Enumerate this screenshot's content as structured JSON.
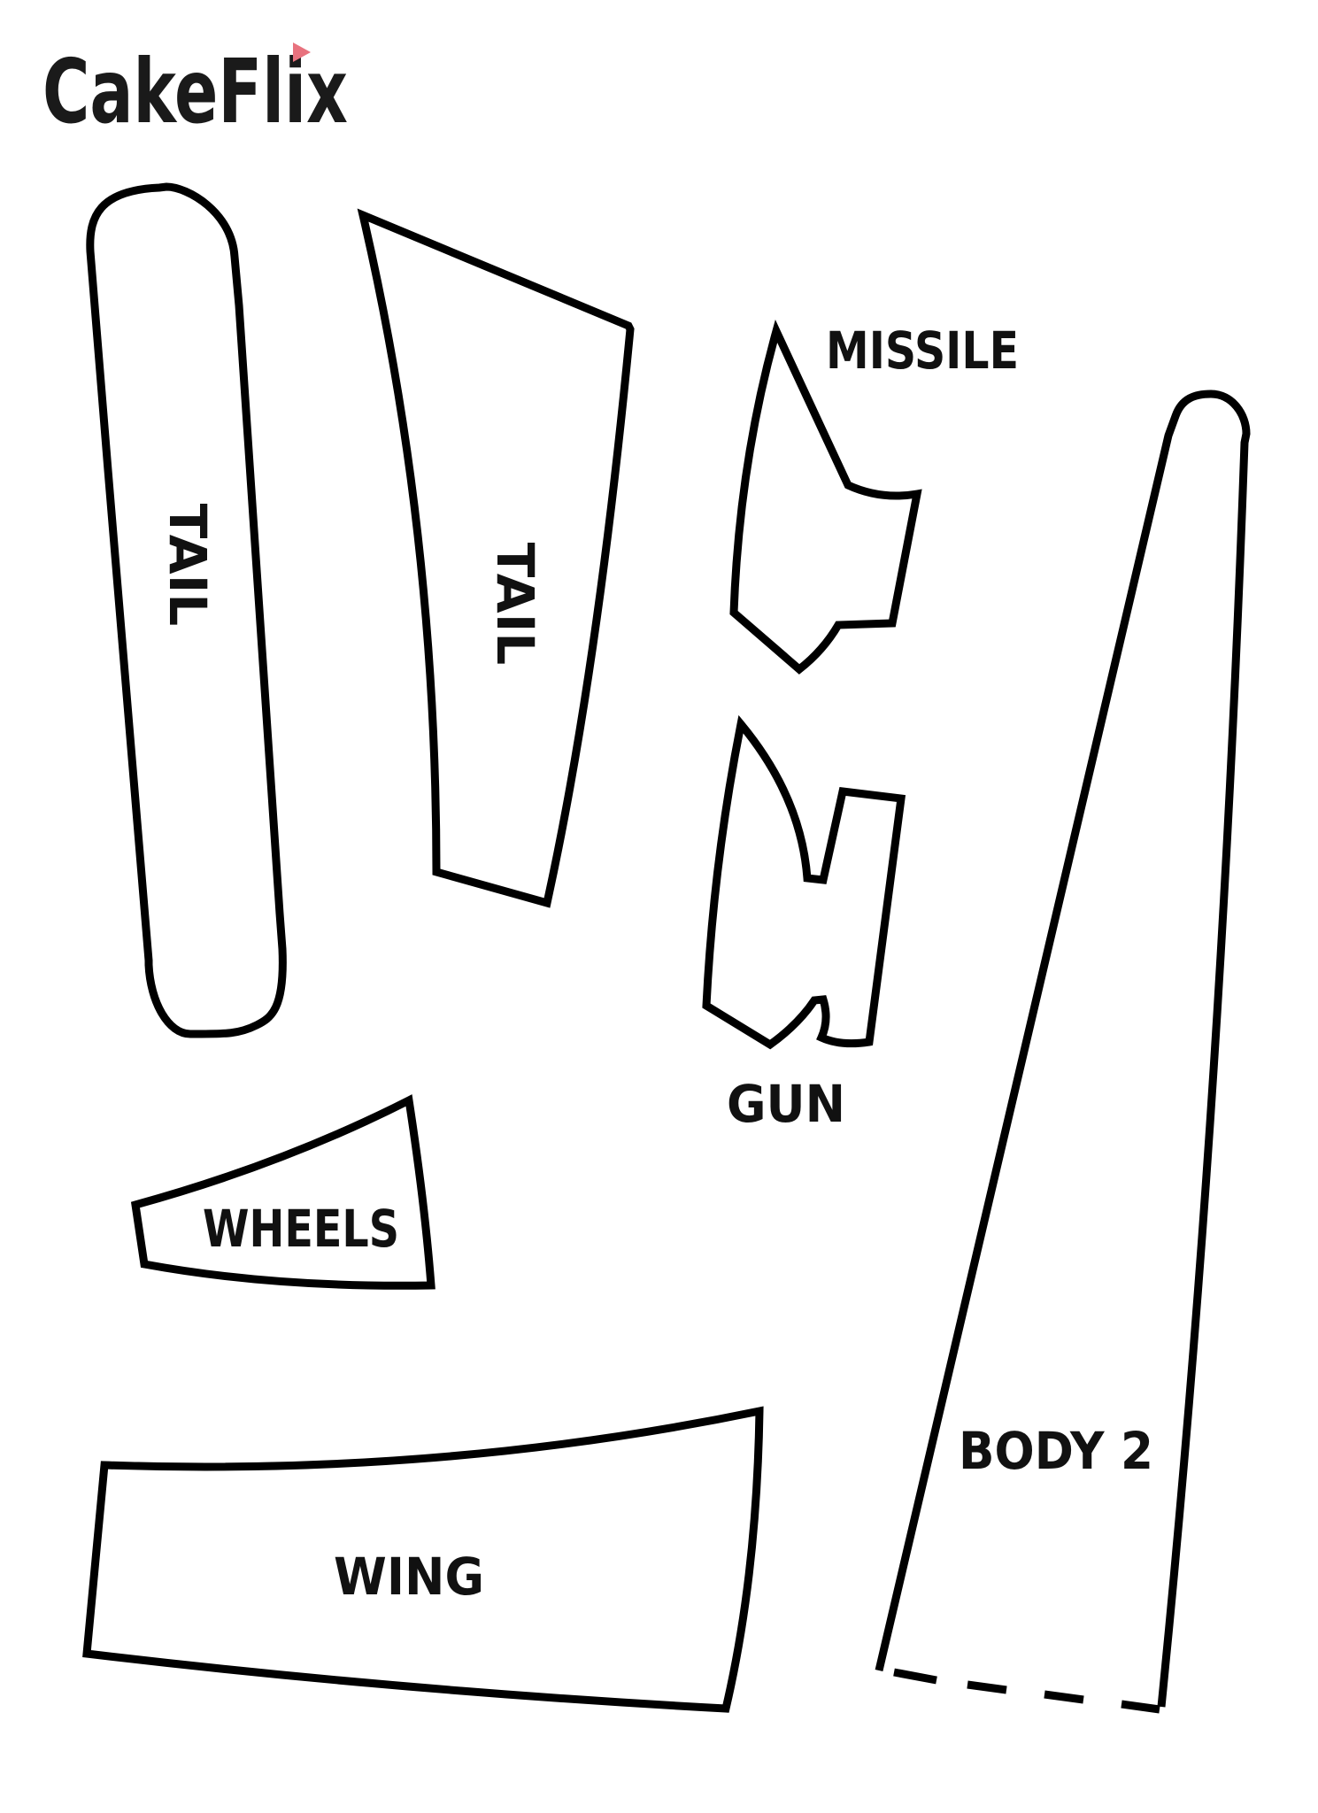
{
  "brand": {
    "name": "CakeFlix",
    "accent_color": "#e8727e",
    "icon": "play-triangle-icon"
  },
  "pieces": {
    "tail_left": "TAIL",
    "tail_right": "TAIL",
    "missile": "MISSILE",
    "gun": "GUN",
    "wheels": "WHEELS",
    "wing": "WING",
    "body": "BODY 2"
  },
  "colors": {
    "outline": "#000000",
    "text": "#111111"
  }
}
